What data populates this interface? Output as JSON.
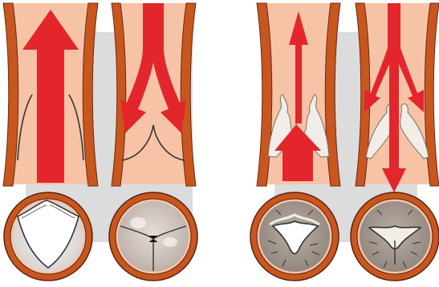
{
  "illustration": {
    "subject": "heart-valve-comparison",
    "panels": [
      {
        "name": "normal-valve-open-vessel",
        "state": "open",
        "condition": "normal"
      },
      {
        "name": "normal-valve-closed-vessel",
        "state": "closed",
        "condition": "normal"
      },
      {
        "name": "stenotic-valve-open-vessel",
        "state": "open",
        "condition": "calcified"
      },
      {
        "name": "stenotic-valve-closed-vessel",
        "state": "closed",
        "condition": "calcified"
      }
    ],
    "valve_views": [
      {
        "name": "normal-valve-open-topview",
        "state": "open"
      },
      {
        "name": "normal-valve-closed-topview",
        "state": "closed"
      },
      {
        "name": "stenotic-valve-open-topview",
        "state": "open"
      },
      {
        "name": "stenotic-valve-closed-topview",
        "state": "closed"
      }
    ]
  },
  "colors": {
    "vessel_wall": "#c8561f",
    "vessel_interior": "#f6c3a7",
    "flow_arrow": "#e3262b",
    "background_band": "#dcdcdc",
    "ring_fill": "#f6c3a7",
    "normal_leaflet": "#eeeeee",
    "stenotic_leaflet": "#a89f97",
    "calcification": "#f2ede6"
  }
}
